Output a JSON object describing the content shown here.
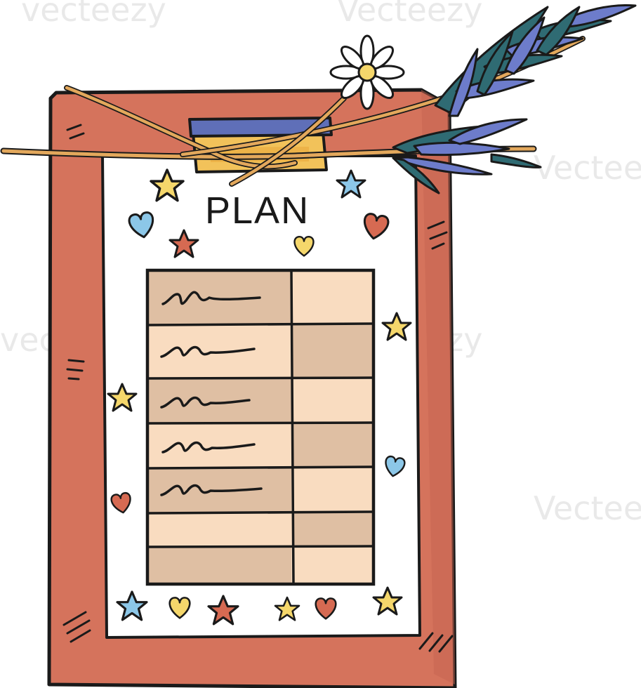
{
  "clipboard": {
    "title": "PLAN",
    "row_count": 7,
    "written_rows": 5
  },
  "watermark": {
    "text": "Vecteezy",
    "alt_text": "vecteezy"
  },
  "colors": {
    "board": "#d5735c",
    "outline": "#1a1a1a",
    "paper": "#ffffff",
    "clip": "#5f6fb8",
    "clip_base": "#f2c25a",
    "string": "#e3a85c",
    "cell_dark": "#dfbfa3",
    "cell_light": "#f9dcc0",
    "leaf_teal": "#2f6b73",
    "leaf_blue": "#6d7ccb",
    "star_yellow": "#f5d76b",
    "star_red": "#d66a52",
    "star_blue": "#8cc7e8",
    "heart_blue": "#8cc7e8",
    "heart_red": "#d66a52",
    "heart_yellow": "#f5d76b",
    "daisy_petal": "#ffffff",
    "daisy_center": "#f5d76b"
  },
  "icons": [
    "daisy-flower-icon",
    "lavender-sprig-icon",
    "star-icon",
    "heart-icon",
    "clip-icon"
  ]
}
